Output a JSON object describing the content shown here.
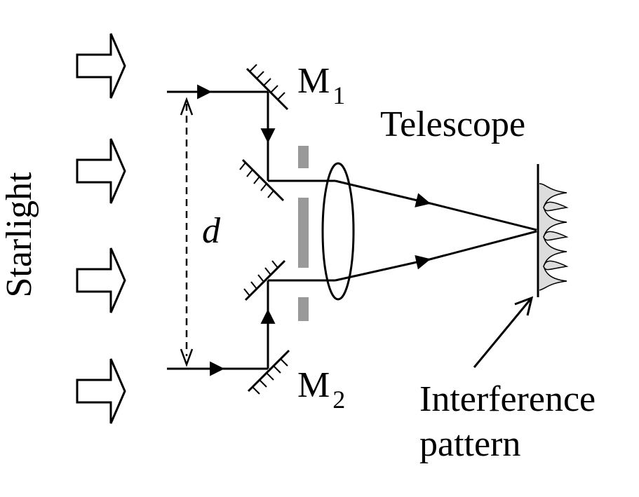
{
  "labels": {
    "side_label": "Starlight",
    "mirror_1": {
      "letter": "M",
      "sub": "1"
    },
    "mirror_2": {
      "letter": "M",
      "sub": "2"
    },
    "telescope": "Telescope",
    "separation": "d",
    "pattern_line1": "Interference",
    "pattern_line2": "pattern"
  },
  "colors": {
    "ink": "#000000",
    "screen_slit": "#999999",
    "fringe_fill": "#dcdcdc"
  },
  "icons": {
    "starlight_arrow": "hollow-right-arrow",
    "mirror": "hatched-mirror",
    "lens": "lens-ellipse"
  }
}
